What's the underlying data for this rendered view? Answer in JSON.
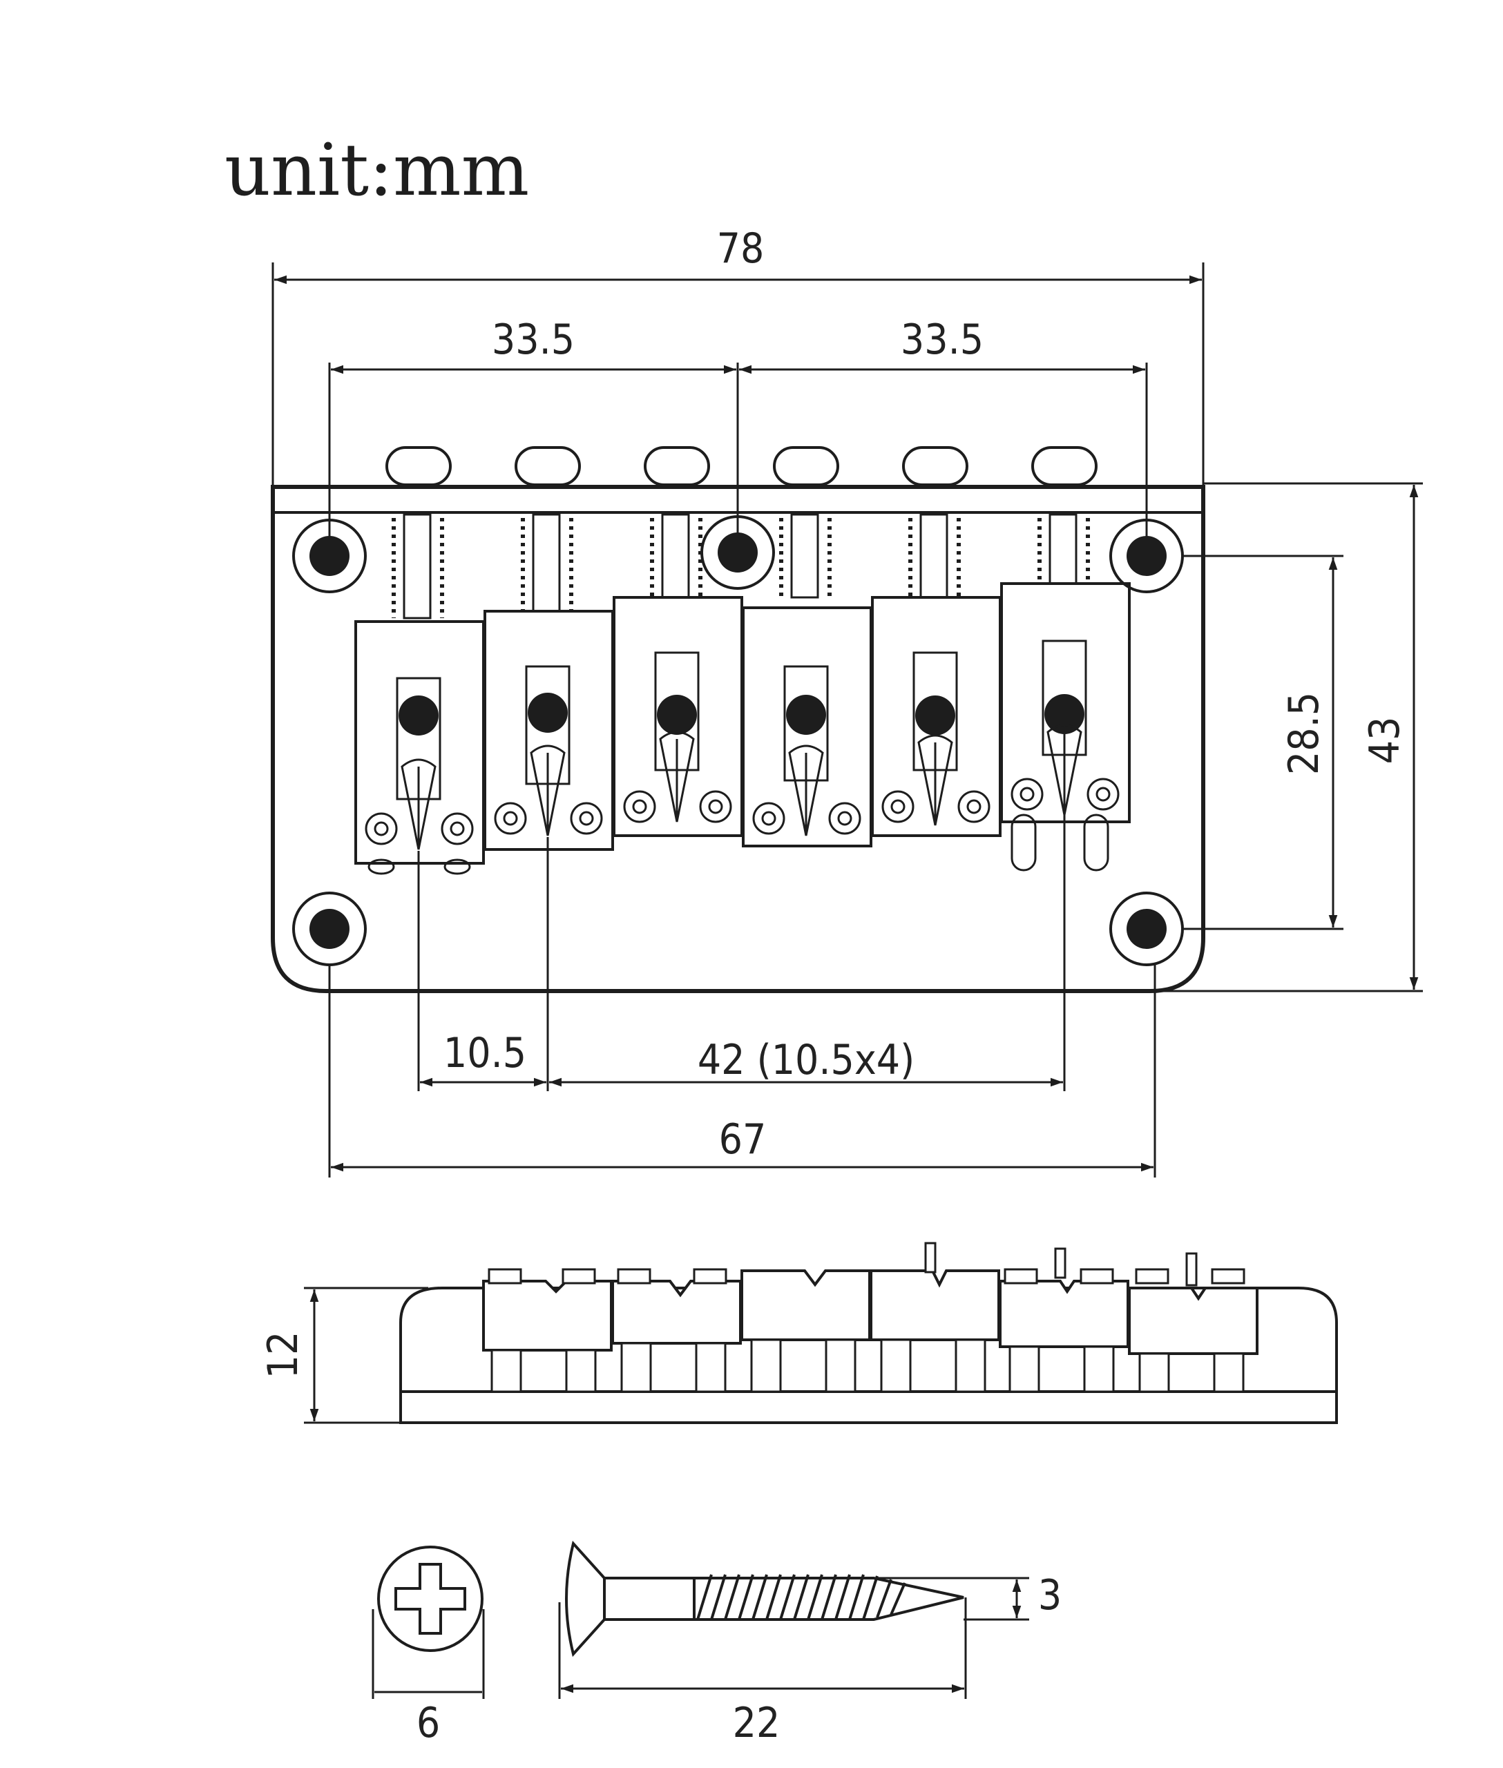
{
  "unit_label": "unit:mm",
  "top_view": {
    "overall_width": "78",
    "left_half": "33.5",
    "right_half": "33.5",
    "mount_vertical": "28.5",
    "overall_depth": "43",
    "saddle_offset": "10.5",
    "saddle_span": "42 (10.5x4)",
    "mount_horizontal": "67"
  },
  "side_view": {
    "height": "12"
  },
  "screw": {
    "head_diameter": "6",
    "shank_diameter": "3",
    "length": "22"
  }
}
